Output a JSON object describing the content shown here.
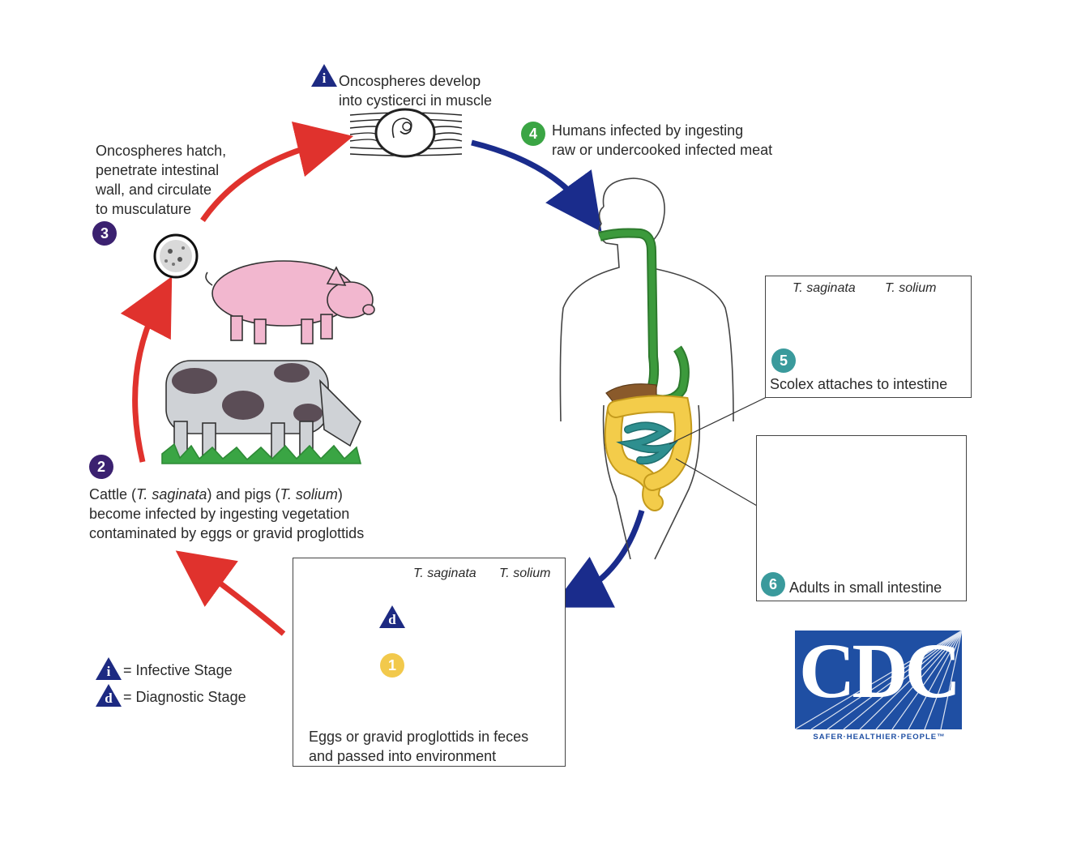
{
  "stages": {
    "s4_title_line1": "Oncospheres develop",
    "s4_title_line2": "into cysticerci in muscle",
    "s4_marker_letter": "i",
    "human_badge": "4",
    "human_line1": "Humans infected by ingesting",
    "human_line2": "raw or undercooked infected meat",
    "hatch_badge": "3",
    "hatch_line1": "Oncospheres hatch,",
    "hatch_line2": "penetrate intestinal",
    "hatch_line3": "wall, and circulate",
    "hatch_line4": "to musculature",
    "cattle_badge": "2",
    "cattle_line1_a": "Cattle (",
    "cattle_line1_b": "T. saginata",
    "cattle_line1_c": ") and pigs (",
    "cattle_line1_d": "T. solium",
    "cattle_line1_e": ")",
    "cattle_line2": "become infected by ingesting vegetation",
    "cattle_line3": "contaminated by eggs or gravid proglottids",
    "scolex_badge": "5",
    "scolex_species_a": "T. saginata",
    "scolex_species_b": "T. solium",
    "scolex_caption": "Scolex attaches to intestine",
    "adult_badge": "6",
    "adult_caption": "Adults in small intestine",
    "eggs_species_a": "T. saginata",
    "eggs_species_b": "T. solium",
    "eggs_badge": "1",
    "eggs_marker_letter": "d",
    "eggs_line1": "Eggs or gravid proglottids in feces",
    "eggs_line2": "and passed into environment"
  },
  "legend": {
    "infective_letter": "i",
    "infective_label": "= Infective Stage",
    "diagnostic_letter": "d",
    "diagnostic_label": "= Diagnostic Stage"
  },
  "logo": {
    "word": "CDC",
    "tagline": "SAFER·HEALTHIER·PEOPLE™"
  },
  "colors": {
    "arrow_red": "#e0322d",
    "arrow_blue": "#1a2c8c",
    "badge_purple": "#3b2170",
    "badge_green": "#3aa544",
    "badge_teal": "#3a9a9c",
    "badge_yellow": "#f2c94c",
    "triangle_navy": "#1d2a82",
    "gut_green": "#3c9a3c",
    "colon_yellow": "#f3cc4a",
    "small_intestine_teal": "#2e8f8f",
    "liver_brown": "#8a5a2b",
    "pig_pink": "#f2b7cf",
    "cdc_blue": "#1f4fa3"
  }
}
